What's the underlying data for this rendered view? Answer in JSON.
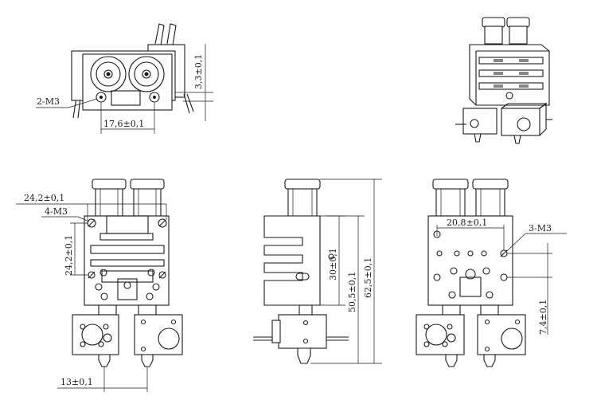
{
  "dimensions": {
    "top_height": "3,3±0,1",
    "top_width": "17,6±0,1",
    "top_thread": "2-M3",
    "front_width": "24,2±0,1",
    "front_thread": "4-M3",
    "front_height": "24,2±0,1",
    "nozzle_spacing": "13±0,1",
    "side_h1": "30±0,1",
    "side_h2": "50,5±0,1",
    "side_h3": "62,5±0,1",
    "back_width": "20,8±0,1",
    "back_thread": "3-M3",
    "back_height": "7,4±0,1"
  }
}
